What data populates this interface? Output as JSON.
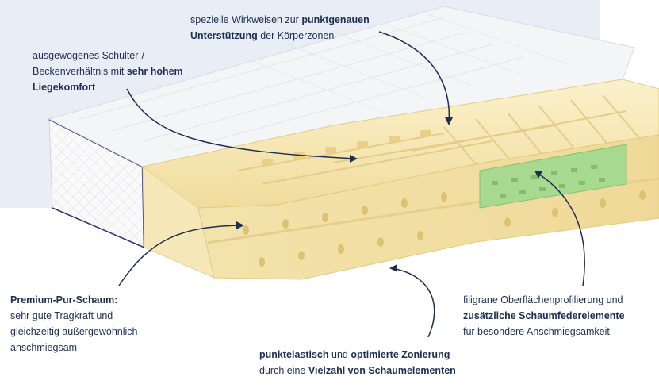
{
  "captions": {
    "top": {
      "l1_prefix": "spezielle Wirkweisen zur ",
      "l1_bold": "punktgenauen",
      "l2_bold": "Unterstützung",
      "l2_suffix": " der Körperzonen"
    },
    "left": {
      "l1": "ausgewogenes Schulter-/",
      "l2_prefix": "Beckenverhältnis mit ",
      "l2_bold": "sehr hohem",
      "l3_bold": "Liegekomfort"
    },
    "bottom_left": {
      "title_bold": "Premium-Pur-Schaum:",
      "l2": "sehr gute Tragkraft und",
      "l3": "gleichzeitig außergewöhnlich",
      "l4": "anschmiegsam"
    },
    "bottom_center": {
      "l1_bold1": "punktelastisch",
      "l1_mid": " und ",
      "l1_bold2": "optimierte Zonierung",
      "l2_prefix": "durch eine ",
      "l2_bold": "Vielzahl von Schaumelementen"
    },
    "right": {
      "l1": "filigrane Oberflächenprofilierung und",
      "l2_bold": "zusätzliche Schaumfederelemente",
      "l3": "für besondere Anschmiegsamkeit"
    }
  },
  "colors": {
    "text": "#1f2f52",
    "background_panel": "#e9eef6",
    "foam": "#f6e7b4",
    "foam_dark": "#e5cd86",
    "green_insert": "#9fd68a",
    "cover": "#f7f7f7",
    "piping": "#2a3570"
  }
}
